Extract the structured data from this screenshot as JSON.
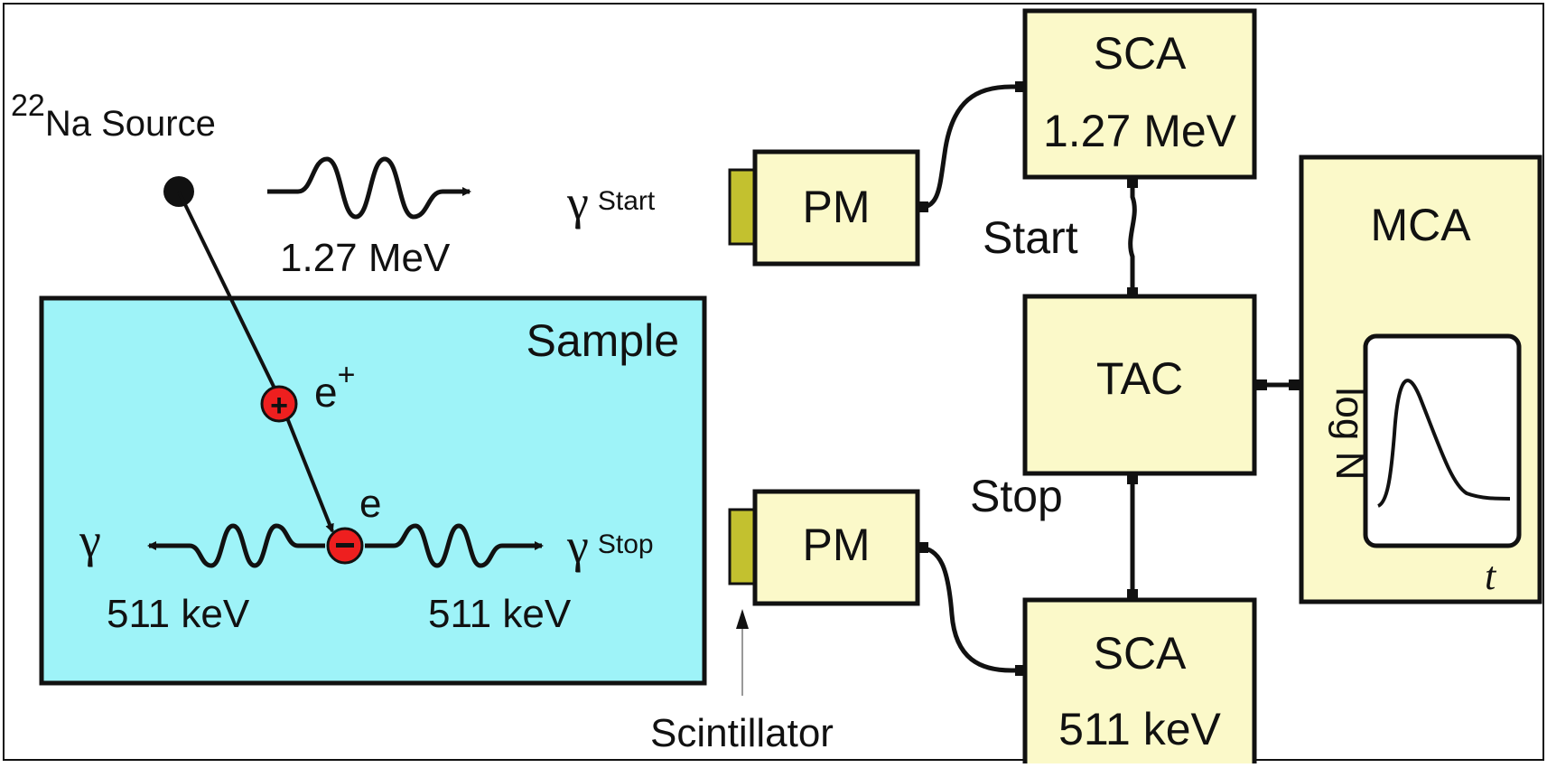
{
  "colors": {
    "sample_fill": "#9ef3f8",
    "box_fill": "#fbf9c9",
    "scintillator": "#c3c12f",
    "particle": "#ee1f1f",
    "ink": "#111111"
  },
  "source": {
    "isotope_mass": "22",
    "label": "Na Source"
  },
  "start_gamma": {
    "energy": "1.27 MeV",
    "symbol": "γ",
    "tag": "Start"
  },
  "sample": {
    "label": "Sample",
    "positron": "e",
    "positron_charge": "+",
    "electron": "e"
  },
  "annihilation": {
    "left_symbol": "γ",
    "left_energy": "511 keV",
    "right_symbol": "γ",
    "right_tag": "Stop",
    "right_energy": "511 keV"
  },
  "detectors": {
    "pm_top": "PM",
    "pm_bottom": "PM",
    "scintillator_label": "Scintillator"
  },
  "electronics": {
    "sca_top_line1": "SCA",
    "sca_top_line2": "1.27 MeV",
    "sca_bottom_line1": "SCA",
    "sca_bottom_line2": "511 keV",
    "tac": "TAC",
    "start_label": "Start",
    "stop_label": "Stop",
    "mca": "MCA",
    "plot_ylabel": "log N",
    "plot_xlabel": "t"
  }
}
